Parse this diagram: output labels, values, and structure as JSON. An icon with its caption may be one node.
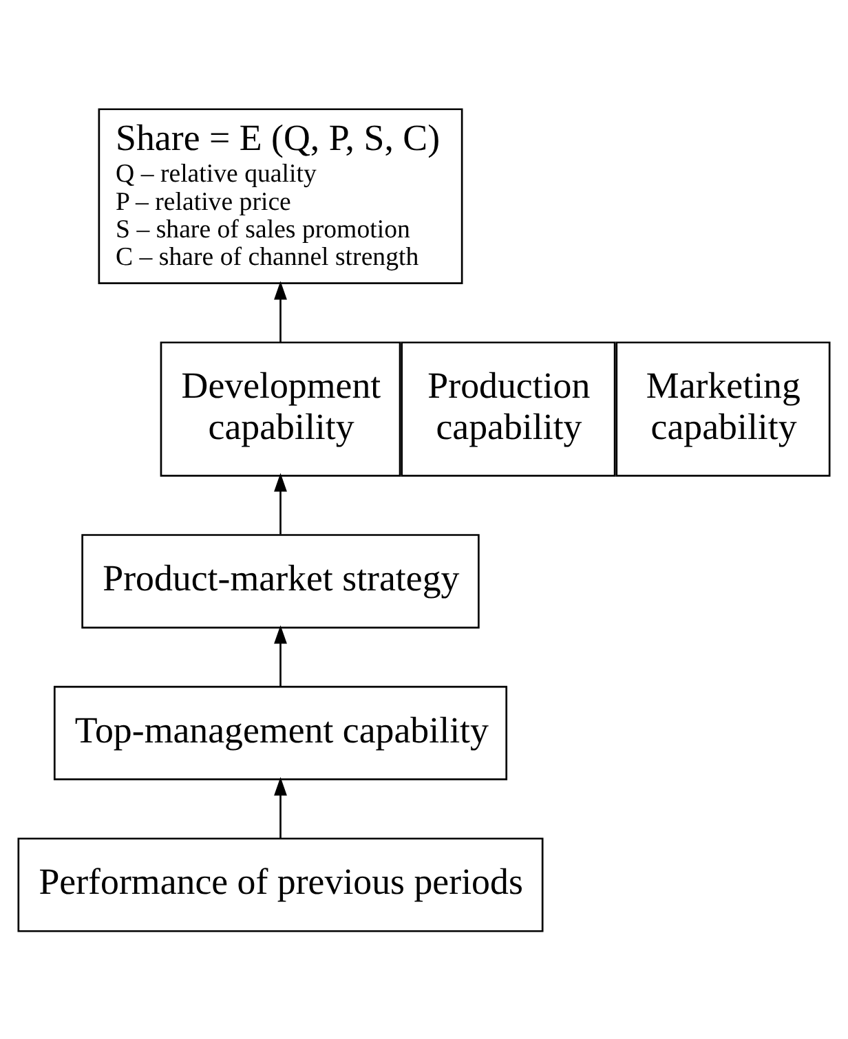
{
  "diagram": {
    "nodes": [
      {
        "text": [
          "Share = E (Q, P, S, C)",
          "Q – relative quality",
          "P – relative price",
          "S – share of sales promotion",
          "C – share of channel strength"
        ]
      },
      {
        "text": [
          "Development capability"
        ]
      },
      {
        "text": [
          "Production capability"
        ]
      },
      {
        "text": [
          "Marketing capability"
        ]
      },
      {
        "text": [
          "Product-market strategy"
        ]
      },
      {
        "text": [
          "Top-management capability"
        ]
      },
      {
        "text": [
          "Performance of previous periods"
        ]
      }
    ],
    "edges": [
      {
        "from": 1,
        "to": 0,
        "arrow": "to"
      },
      {
        "from": 4,
        "to": 1,
        "arrow": "to"
      },
      {
        "from": 5,
        "to": 4,
        "arrow": "to"
      },
      {
        "from": 6,
        "to": 5,
        "arrow": "to"
      }
    ]
  }
}
